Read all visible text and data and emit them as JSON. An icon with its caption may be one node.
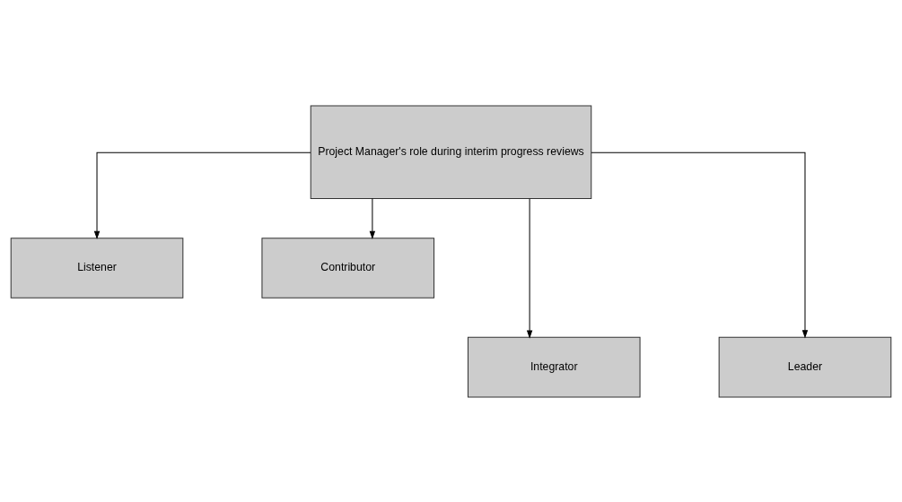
{
  "diagram": {
    "nodes": [
      {
        "text": [
          "Project Manager's role during interim progress reviews"
        ]
      },
      {
        "text": [
          "Listener"
        ]
      },
      {
        "text": [
          "Contributor"
        ]
      },
      {
        "text": [
          "Integrator"
        ]
      },
      {
        "text": [
          "Leader"
        ]
      }
    ],
    "edges": [
      {
        "from": 0,
        "to": 1,
        "arrow": "to"
      },
      {
        "from": 0,
        "to": 3,
        "arrow": "to"
      },
      {
        "from": 0,
        "to": 4,
        "arrow": "to"
      },
      {
        "from": 0,
        "to": 2,
        "arrow": "to"
      }
    ]
  }
}
